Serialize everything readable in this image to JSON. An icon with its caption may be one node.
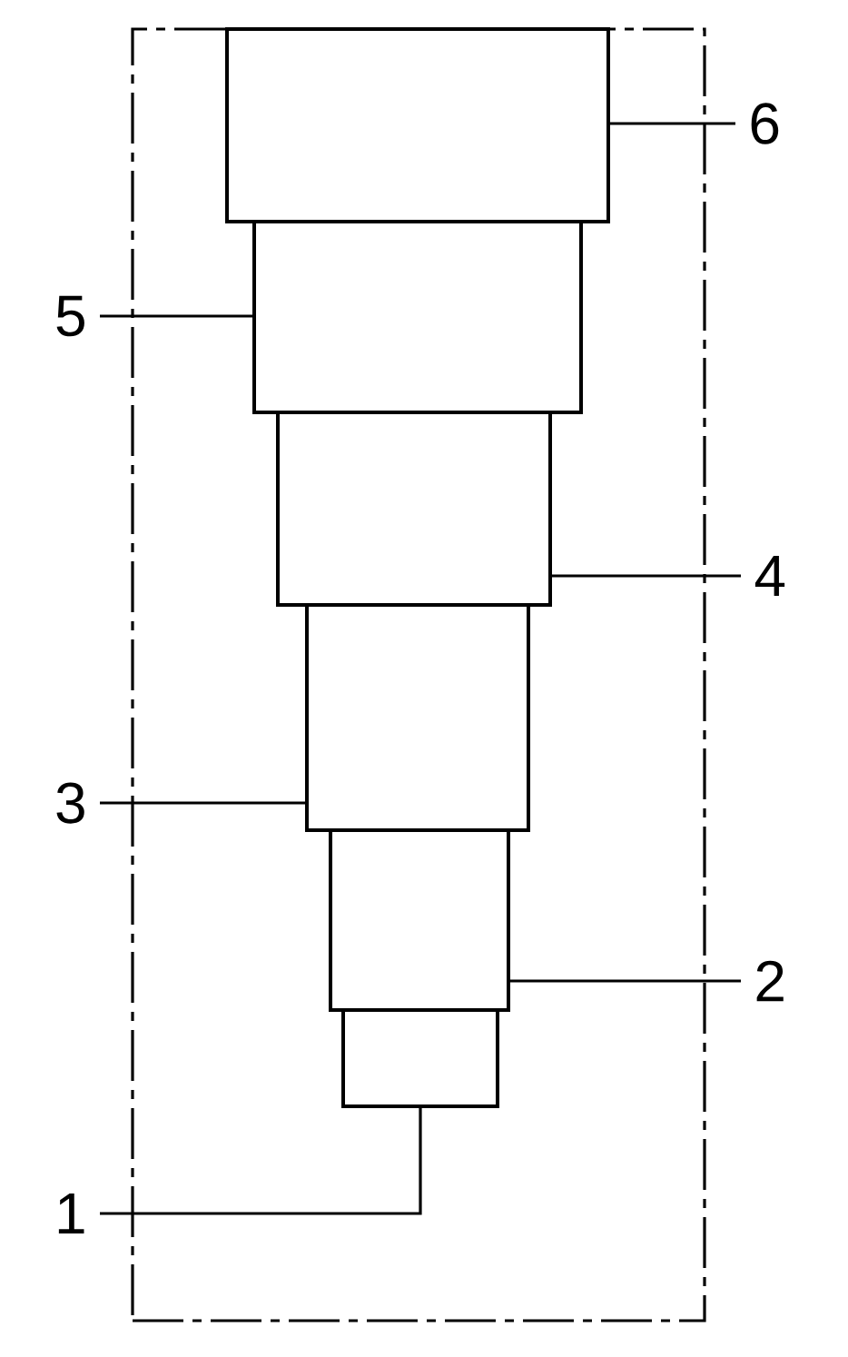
{
  "diagram": {
    "nodes": [
      {
        "text": [],
        "shape": "box"
      },
      {
        "text": [],
        "shape": "box",
        "in": 0
      },
      {
        "text": [],
        "shape": "box",
        "in": 0
      },
      {
        "text": [],
        "shape": "box",
        "in": 0
      },
      {
        "text": [],
        "shape": "box",
        "in": 0
      },
      {
        "text": [],
        "shape": "box",
        "in": 0
      },
      {
        "text": [],
        "shape": "box",
        "in": 0
      },
      {
        "text": [
          "6"
        ]
      },
      {
        "text": [
          "5"
        ]
      },
      {
        "text": [
          "4"
        ]
      },
      {
        "text": [
          "3"
        ]
      },
      {
        "text": [
          "2"
        ]
      },
      {
        "text": [
          "1"
        ]
      }
    ],
    "edges": [
      {
        "from": 7,
        "to": 1,
        "arrow": "none"
      },
      {
        "from": 8,
        "to": 2,
        "arrow": "none"
      },
      {
        "from": 9,
        "to": 3,
        "arrow": "none"
      },
      {
        "from": 10,
        "to": 4,
        "arrow": "none"
      },
      {
        "from": 11,
        "to": 5,
        "arrow": "none"
      },
      {
        "from": 12,
        "to": 6,
        "arrow": "none"
      }
    ]
  }
}
